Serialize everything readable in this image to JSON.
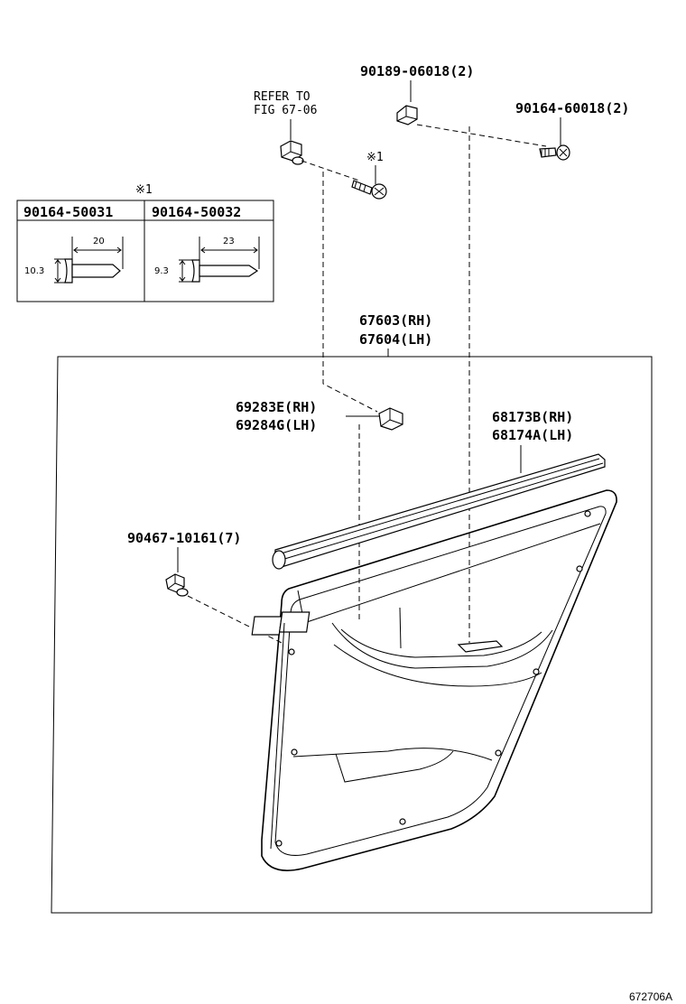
{
  "labels": {
    "refer_line1": "REFER TO",
    "refer_line2": "FIG 67-06",
    "screw_top": "90189-06018(2)",
    "screw_right": "90164-60018(2)",
    "note_mark": "※1",
    "note_mark_table": "※1",
    "panel_rh": "67603(RH)",
    "panel_lh": "67604(LH)",
    "knob_rh": "69283E(RH)",
    "knob_lh": "69284G(LH)",
    "weatherstrip_rh": "68173B(RH)",
    "weatherstrip_lh": "68174A(LH)",
    "clip": "90467-10161(7)",
    "figure_id": "672706A"
  },
  "screw_table": {
    "headers": [
      "90164-50031",
      "90164-50032"
    ],
    "rows": [
      {
        "head_dia": "10.3",
        "length": "20"
      },
      {
        "head_dia": "9.3",
        "length": "23"
      }
    ]
  }
}
